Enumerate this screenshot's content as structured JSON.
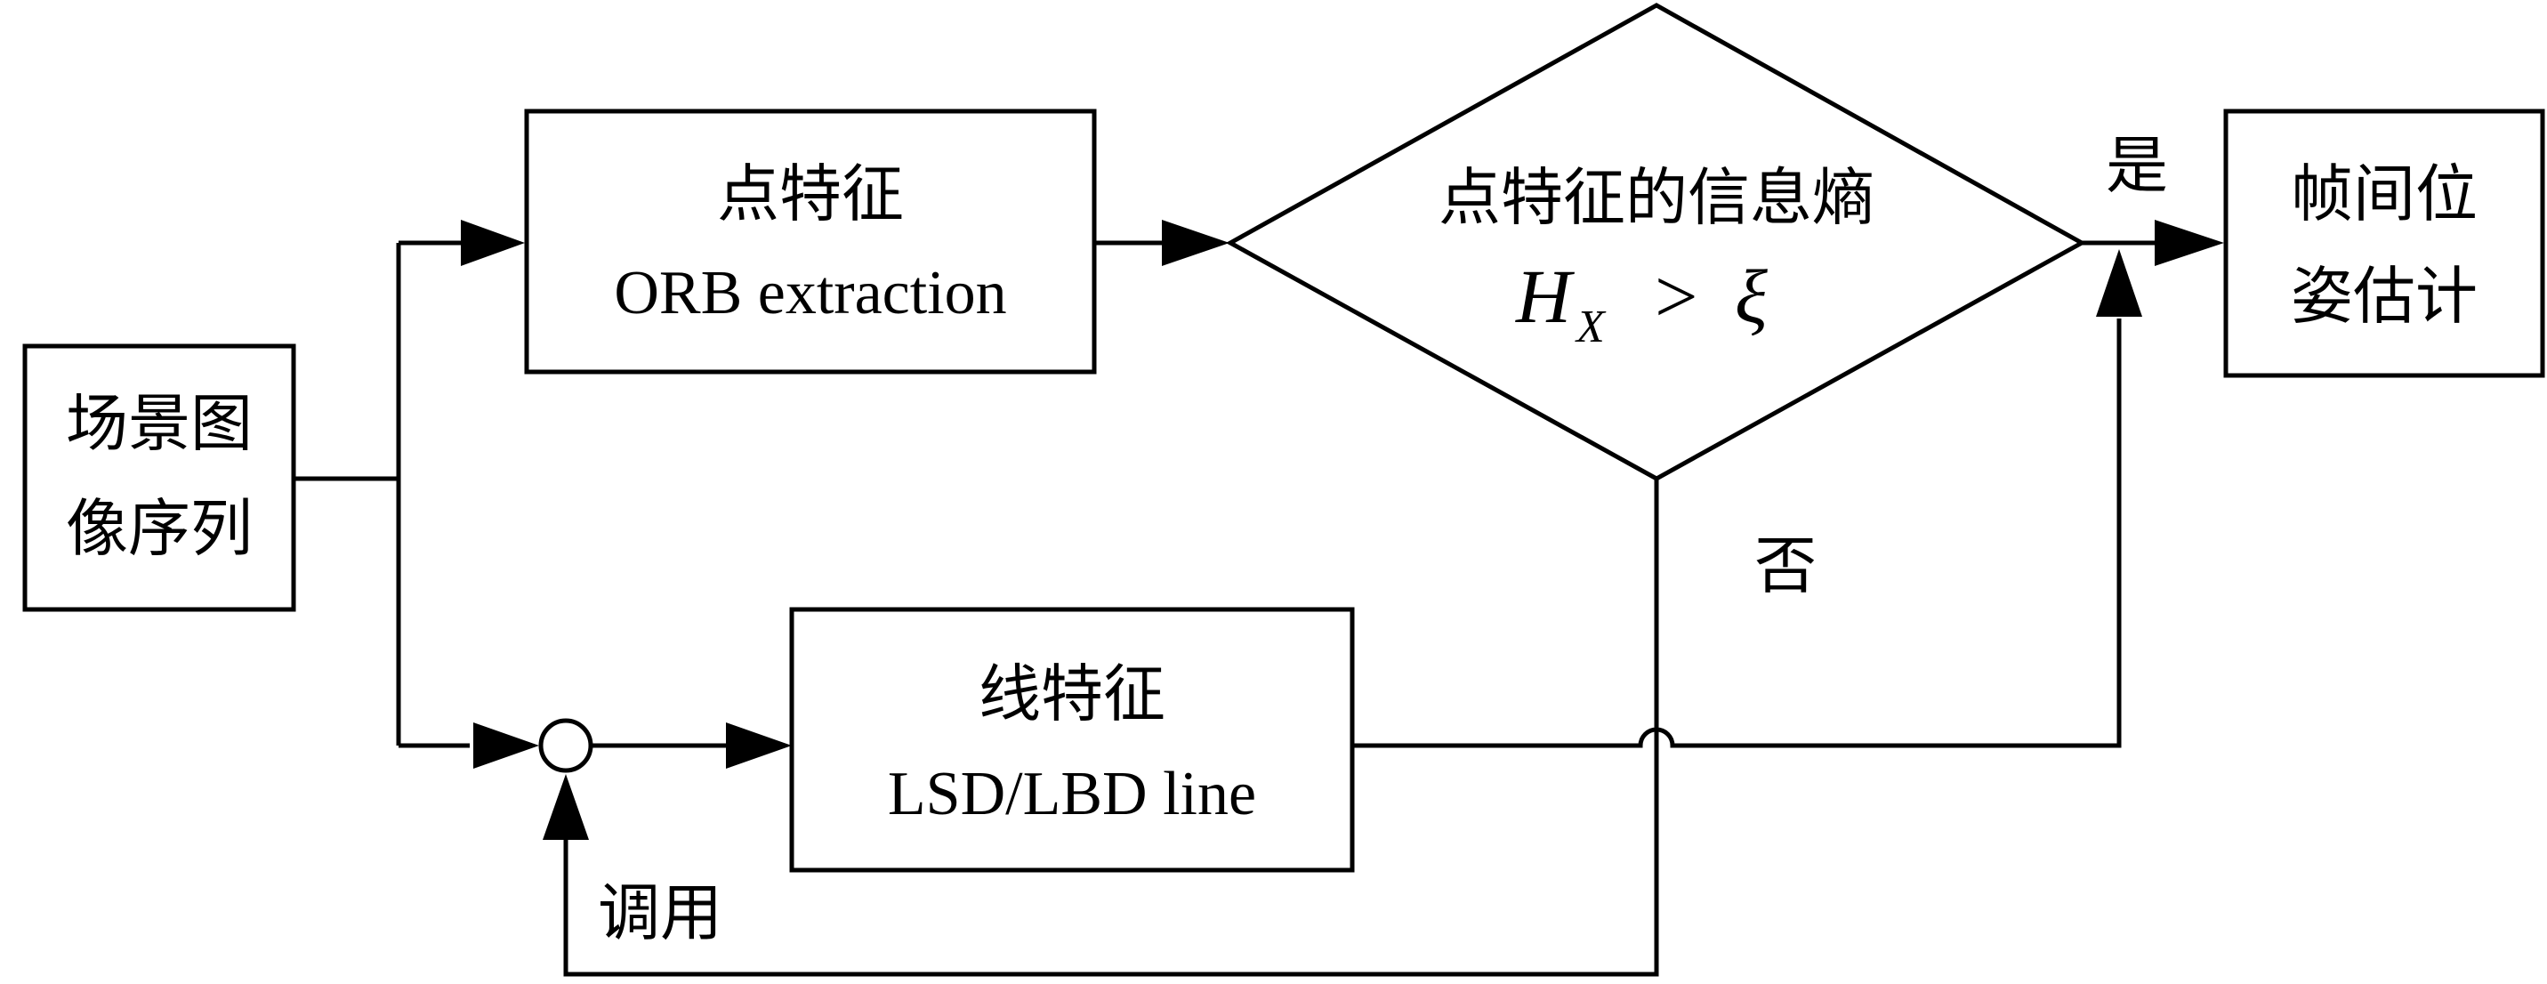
{
  "nodes": {
    "input": {
      "line1": "场景图",
      "line2": "像序列"
    },
    "point_feature": {
      "title": "点特征",
      "subtitle": "ORB extraction"
    },
    "decision": {
      "title": "点特征的信息熵",
      "formula_var": "H",
      "formula_sub": "X",
      "formula_op": ">",
      "formula_threshold": "ξ"
    },
    "pose": {
      "line1": "帧间位",
      "line2": "姿估计"
    },
    "line_feature": {
      "title": "线特征",
      "subtitle": "LSD/LBD line"
    }
  },
  "edge_labels": {
    "yes": "是",
    "no": "否",
    "invoke": "调用"
  }
}
